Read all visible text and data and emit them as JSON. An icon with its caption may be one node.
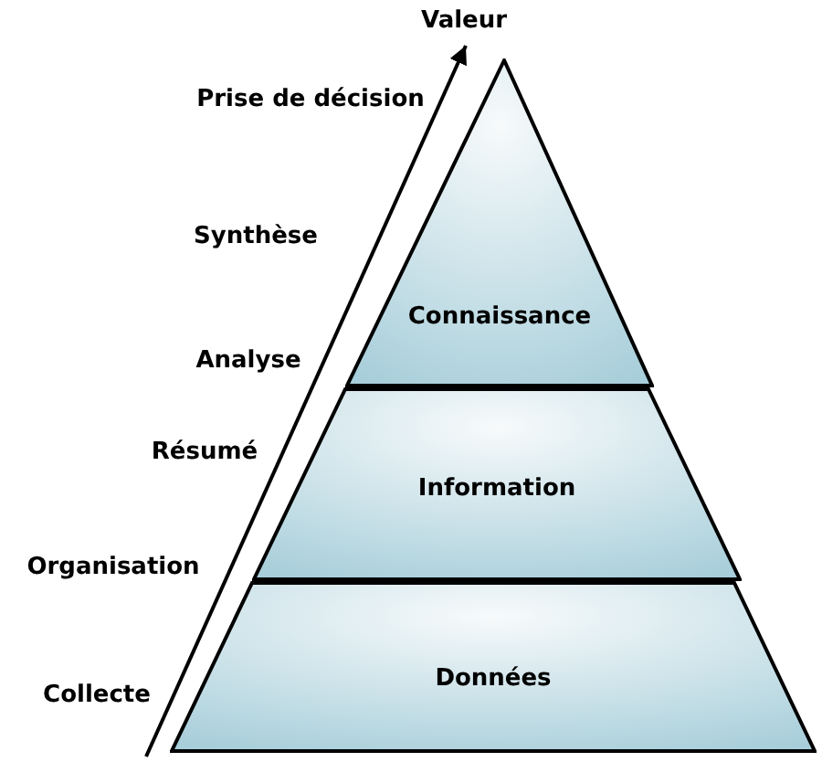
{
  "diagram": {
    "nodes": [
      {
        "text": [
          "Connaissance"
        ]
      },
      {
        "text": [
          "Information"
        ]
      },
      {
        "text": [
          "Données"
        ]
      }
    ],
    "labels": [
      "Valeur",
      "Prise de décision",
      "Synthèse",
      "Analyse",
      "Résumé",
      "Organisation",
      "Collecte"
    ]
  }
}
